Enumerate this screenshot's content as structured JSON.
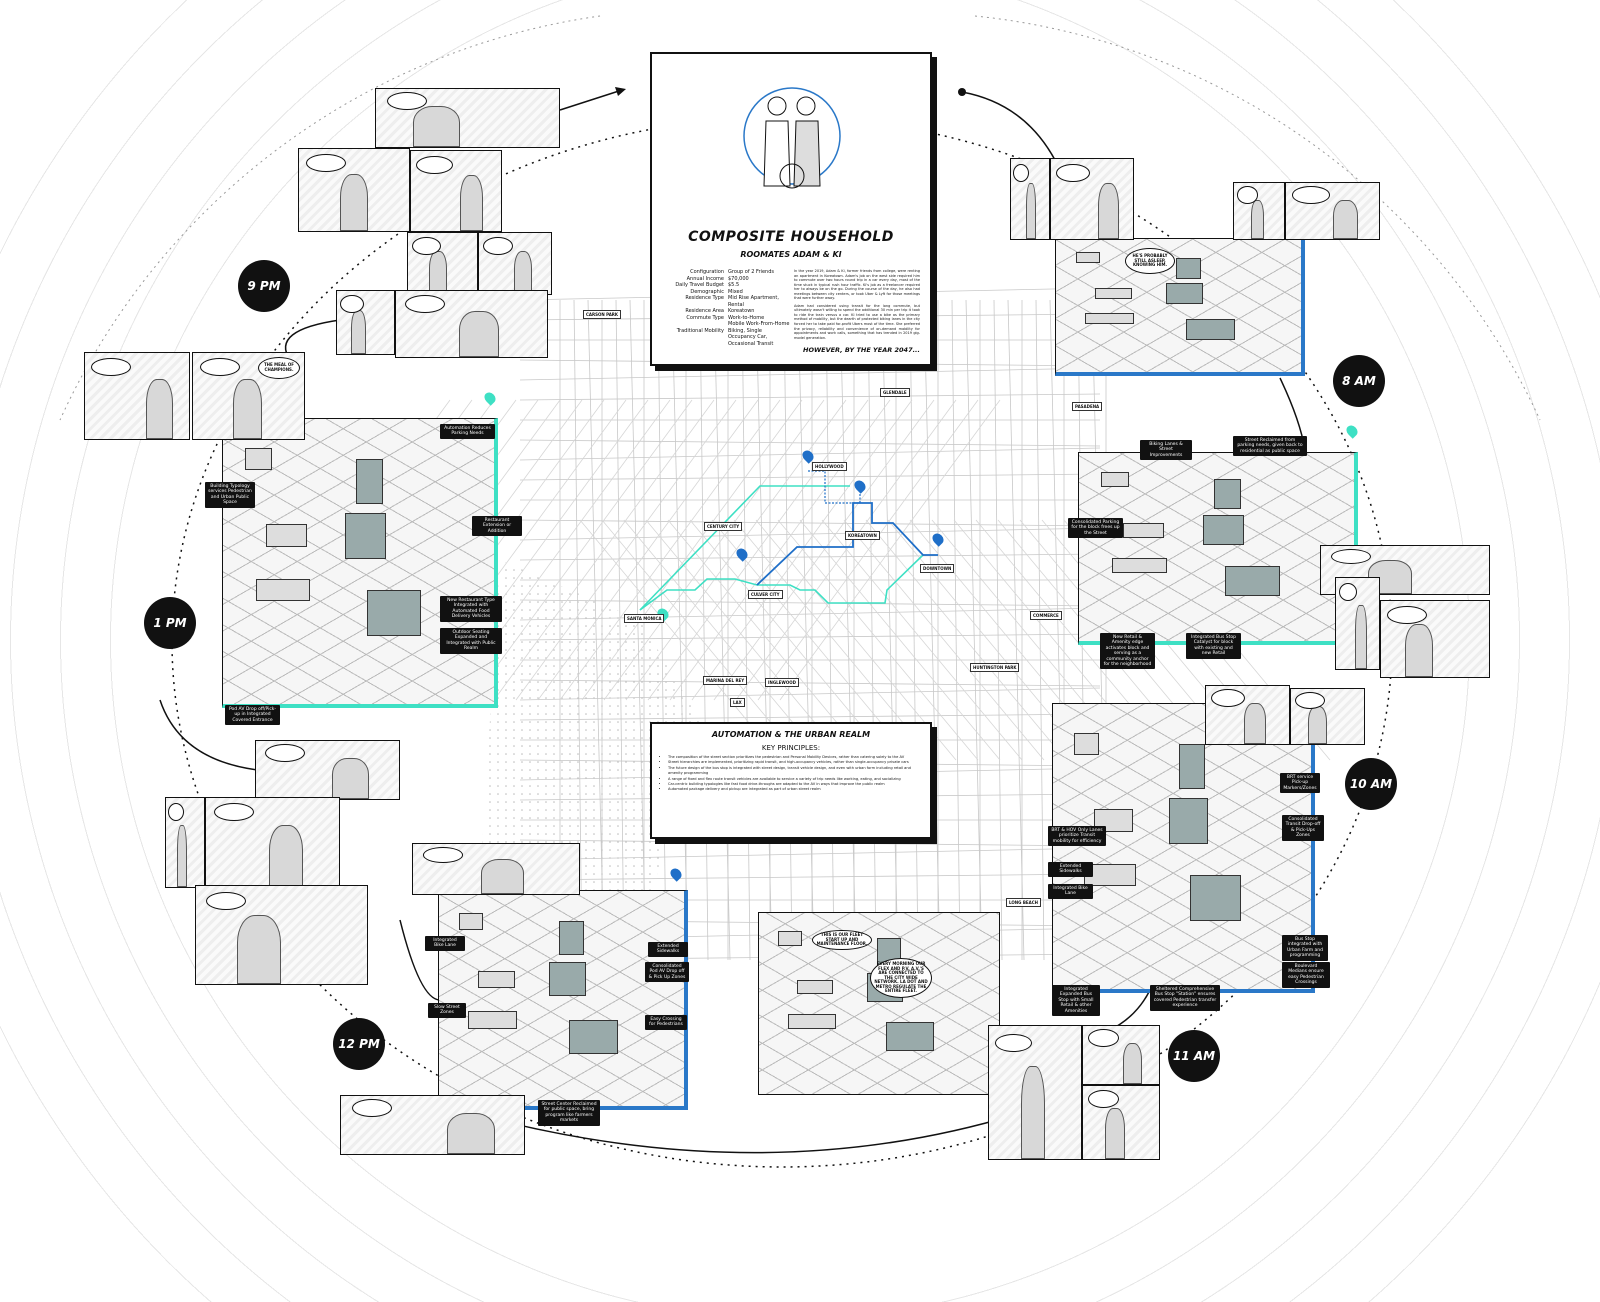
{
  "times": [
    "9 PM",
    "8 AM",
    "1 PM",
    "10 AM",
    "12 PM",
    "11 AM"
  ],
  "household": {
    "title": "COMPOSITE HOUSEHOLD",
    "subtitle": "ROOMATES ADAM & KI",
    "fields": [
      {
        "k": "Configuration",
        "v": "Group of 2 Friends"
      },
      {
        "k": "Annual Income",
        "v": "$70,000"
      },
      {
        "k": "Daily Travel Budget",
        "v": "$5.5"
      },
      {
        "k": "Demographic",
        "v": "Mixed"
      },
      {
        "k": "Residence Type",
        "v": "Mid Rise Apartment, Rental"
      },
      {
        "k": "Residence Area",
        "v": "Koreatown"
      },
      {
        "k": "Commute Type",
        "v": "Work-to-Home"
      },
      {
        "k": "",
        "v": "Mobile Work-From-Home"
      },
      {
        "k": "Traditional Mobility",
        "v": "Biking, Single Occupancy Car, Occasional Transit"
      }
    ],
    "story": [
      "In the year 2019, Adam & Ki, former friends from college, were renting an apartment in Koreatown. Adam's job on the west side required him to commute over two hours round trip in a car every day, most of the time stuck in typical rush hour traffic. Ki's job as a freelancer required her to always be on the go. During the course of the day, he also had meetings between city centers, or took Uber & Lyft for those meetings that were further away.",
      "Adam had considered using transit for the long commute, but ultimately wasn't willing to spend the additional 30 min per trip it took to ride the train versus a car. Ki tried to use a bike as the primary method of mobility, but the dearth of protected biking lanes in the city forced her to take paid for-profit Ubers most of the time. She preferred the privacy, reliability and convenience of on-demand mobility for appointments and work calls, something that has trended in 2019 gig-model generation."
    ],
    "closing": "HOWEVER, BY THE YEAR 2047..."
  },
  "principles": {
    "title": "AUTOMATION & THE URBAN REALM",
    "heading": "KEY PRINCIPLES:",
    "items": [
      "The composition of the street section prioritizes the pedestrian and Personal Mobility Devices, rather than catering solely to the AV",
      "Street hierarchies are implemented, prioritizing rapid transit, and high-occupancy vehicles, rather than single-occupancy private cars",
      "The future design of the bus stop is integrated with street design, transit vehicle design, and even with urban form including retail and amenity programming",
      "A range of fixed and flex route transit vehicles are available to service a variety of trip needs like working, eating, and socializing",
      "Car-centric building typologies like fast food drive-throughs are adapted to the AV in ways that improve the public realm",
      "Automated package delivery and pickup are integrated as part of urban street realm"
    ]
  },
  "map": {
    "labels": [
      "Carson Park",
      "Glendale",
      "Pasadena",
      "Hollywood",
      "Century City",
      "Koreatown",
      "Downtown",
      "Culver City",
      "Santa Monica",
      "Marina Del Rey",
      "Inglewood",
      "LAX",
      "Commerce",
      "Huntington Park",
      "Long Beach"
    ],
    "route_colors": {
      "teal": "#3ee0c4",
      "blue": "#1f6fc8"
    }
  },
  "callouts": {
    "lunch": [
      "Automation Reduces Parking Needs",
      "Building Typology services Pedestrian and Urban Public Space",
      "Restaurant Extension or Addition",
      "New Restaurant Type Integrated with Automated Food Delivery Vehicles",
      "Outdoor Seating Expanded and Integrated with Public Realm",
      "Pod AV Drop off/Pick-up in Integrated Covered Entrance"
    ],
    "street": [
      "Extended Sidewalks",
      "Integrated Bike Lane",
      "Consolidated Pod AV Drop off & Pick Up Zones",
      "Slow Street Zones",
      "Easy Crossing for Pedestrians",
      "Street Center Reclaimed for public space, bring program like farmers markets"
    ],
    "brt": [
      "BRT & HOV Only Lanes prioritize Transit mobility for efficiency",
      "Extended Sidewalks",
      "Integrated Bike Lane",
      "Integrated Expanded Bus Stop with Small Retail & other Amenities",
      "Sheltered Comprehensive Bus Stop \"Station\" ensures covered Pedestrian transfer experience",
      "BRT service Pick-up Markers/Zones",
      "Consolidated Transit Drop-off & Pick-Ups Zones",
      "Bus Stop integrated with Urban Farm and programming",
      "Boulevard Medians ensure easy Pedestrian Crossings"
    ],
    "block": [
      "Biking Lanes & Street Improvements",
      "Street Reclaimed from parking needs, given back to residential as public space",
      "Consolidated Parking for the block frees up the Street",
      "New Retail & Amenity edge activates block and serving as a community anchor for the neighborhood",
      "Integrated Bus Stop Catalyst for block with existing and new Retail"
    ]
  },
  "speech": {
    "fleet1": "THIS IS OUR FLEET START UP AND MAINTENANCE FLOOR.",
    "fleet2": "EVERY MORNING OUR FLEX AND P.V. A.V.'S ARE CONNECTED TO THE CITY WIDE NETWORK. LA DOT AND METRO REGULATE THE ENTIRE FLEET.",
    "asleep": "HE'S PROBABLY STILL ASLEEP, KNOWING HIM.",
    "champions": "THE MEAL OF CHAMPIONS."
  }
}
